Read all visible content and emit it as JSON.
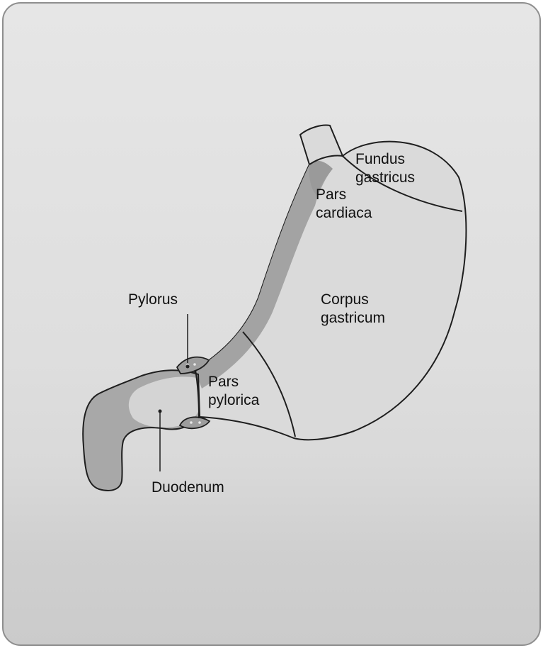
{
  "labels": {
    "fundus": "Fundus\ngastricus",
    "cardiaca": "Pars\ncardiaca",
    "corpus": "Corpus\ngastricum",
    "pylorus": "Pylorus",
    "pylorica": "Pars\npylorica",
    "duodenum": "Duodenum"
  },
  "colors": {
    "stomach_fill": "#dadada",
    "inner_shading": "#9f9f9f",
    "duodenum_fill": "#a3a3a3",
    "outline": "#1e1e1e",
    "card_border": "#8e8e8e"
  }
}
